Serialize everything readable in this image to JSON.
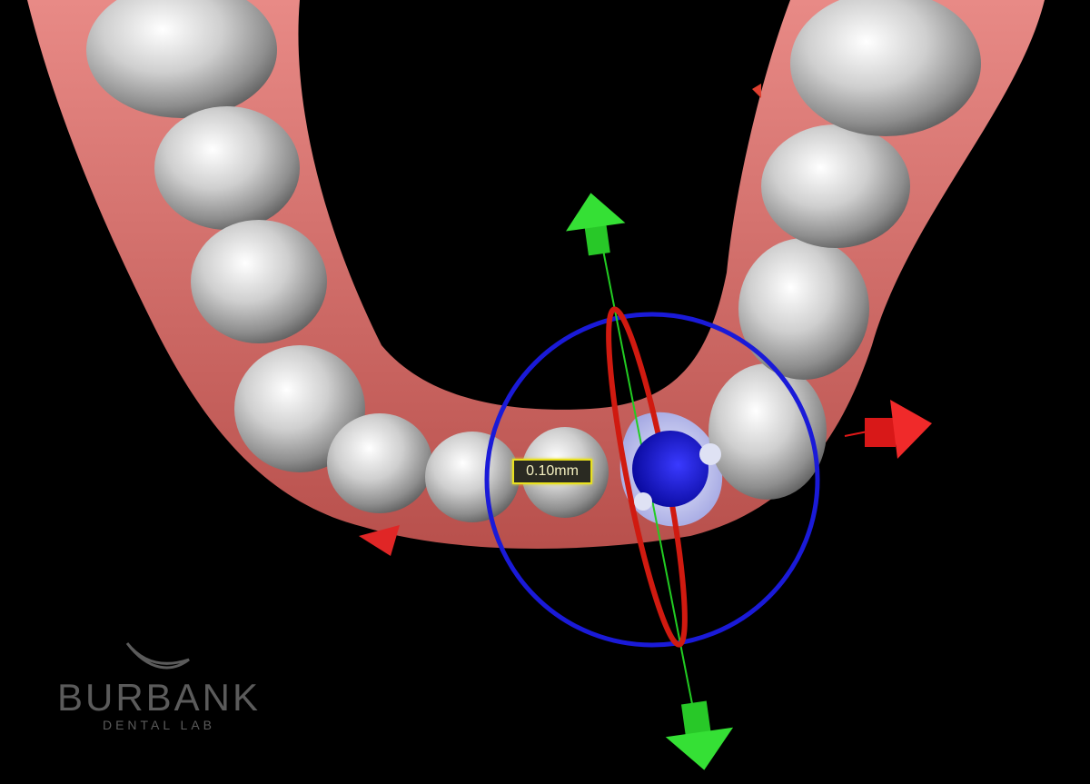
{
  "scene": {
    "title": "Dental arch 3D tooth movement view",
    "background_color": "#000000",
    "gum_color": "#d96a68",
    "tooth_color": "#c9c9c9",
    "gizmo": {
      "ring_color": "#1a1ad8",
      "axis_y_color": "#22cc22",
      "axis_x_color": "#e01818",
      "rotation_ellipse_color": "#d01a10",
      "handle_color": "#1414c8"
    }
  },
  "measurement": {
    "label": "0.10mm",
    "border_color": "#e8e020"
  },
  "logo": {
    "name": "BURBANK",
    "tagline": "DENTAL LAB",
    "color": "#5b5b5b"
  }
}
